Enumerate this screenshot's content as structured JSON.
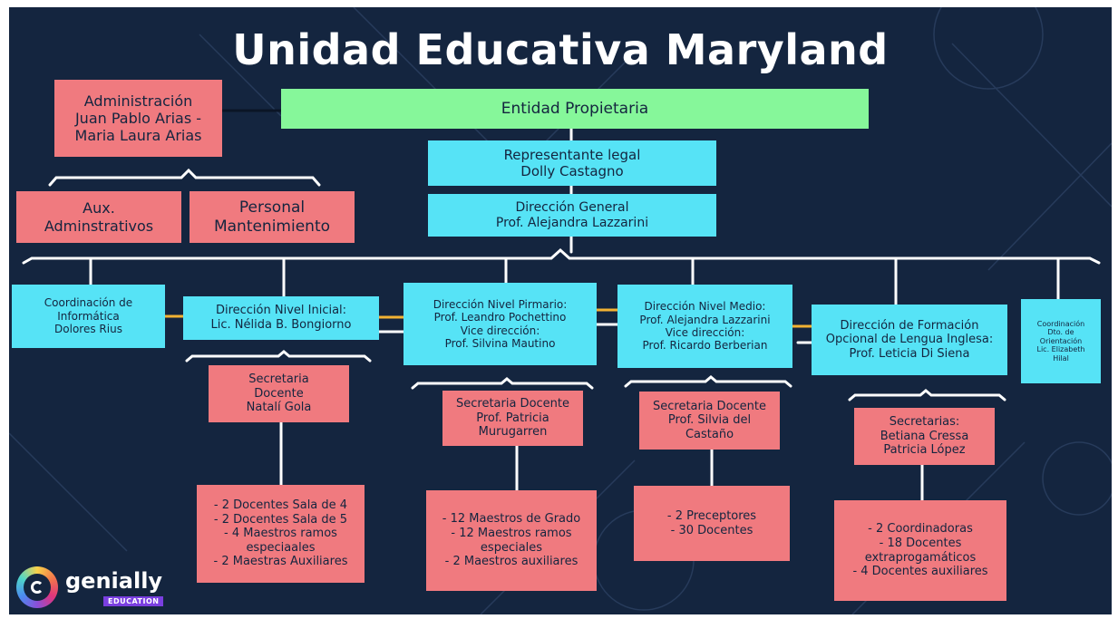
{
  "title": "Unidad Educativa Maryland",
  "nodes": {
    "admin": [
      "Administración",
      "Juan Pablo Arias -",
      "Maria Laura Arias"
    ],
    "owner": [
      "Entidad Propietaria"
    ],
    "legal": [
      "Representante legal",
      "Dolly Castagno"
    ],
    "general": [
      "Dirección General",
      "Prof. Alejandra Lazzarini"
    ],
    "aux": [
      "Aux.",
      "Adminstrativos"
    ],
    "maint": [
      "Personal",
      "Mantenimiento"
    ],
    "informatica": [
      "Coordinación de",
      "Informática",
      "Dolores Rius"
    ],
    "inicial": [
      "Dirección Nivel Inicial:",
      "Lic. Nélida B. Bongiorno"
    ],
    "primario": [
      "Dirección Nivel Pirmario:",
      "Prof. Leandro Pochettino",
      "Vice dirección:",
      "Prof. Silvina Mautino"
    ],
    "medio": [
      "Dirección Nivel Medio:",
      "Prof. Alejandra Lazzarini",
      "Vice dirección:",
      "Prof. Ricardo Berberian"
    ],
    "ingles": [
      "Dirección de Formación",
      "Opcional de Lengua Inglesa:",
      "Prof. Leticia Di Siena"
    ],
    "orientacion": [
      "Coordinación",
      "Dto. de",
      "Orientación",
      "Lic. Elizabeth",
      "Hilal"
    ],
    "sec_inicial": [
      "Secretaria",
      "Docente",
      "Natalí Gola"
    ],
    "sec_primario": [
      "Secretaria Docente",
      "Prof. Patricia",
      "Murugarren"
    ],
    "sec_medio": [
      "Secretaria Docente",
      "Prof. Silvia del",
      "Castaño"
    ],
    "sec_ingles": [
      "Secretarias:",
      "Betiana Cressa",
      "Patricia López"
    ],
    "staff_inicial": [
      "- 2 Docentes Sala de 4",
      "- 2 Docentes Sala de 5",
      "- 4 Maestros ramos",
      "especiaales",
      "- 2 Maestras Auxiliares"
    ],
    "staff_primario": [
      "- 12 Maestros de Grado",
      "- 12 Maestros ramos",
      "especiales",
      "- 2 Maestros auxiliares"
    ],
    "staff_medio": [
      "- 2 Preceptores",
      "- 30 Docentes"
    ],
    "staff_ingles": [
      "- 2 Coordinadoras",
      "- 18 Docentes",
      "extraprogamáticos",
      "- 4 Docentes auxiliares"
    ]
  },
  "logo": {
    "word": "genially",
    "tag": "EDUCATION"
  },
  "colors": {
    "background": "#14253f",
    "pink": "#f07a7f",
    "cyan": "#56e3f6",
    "green": "#86f79a",
    "accent": "#f2b233"
  }
}
